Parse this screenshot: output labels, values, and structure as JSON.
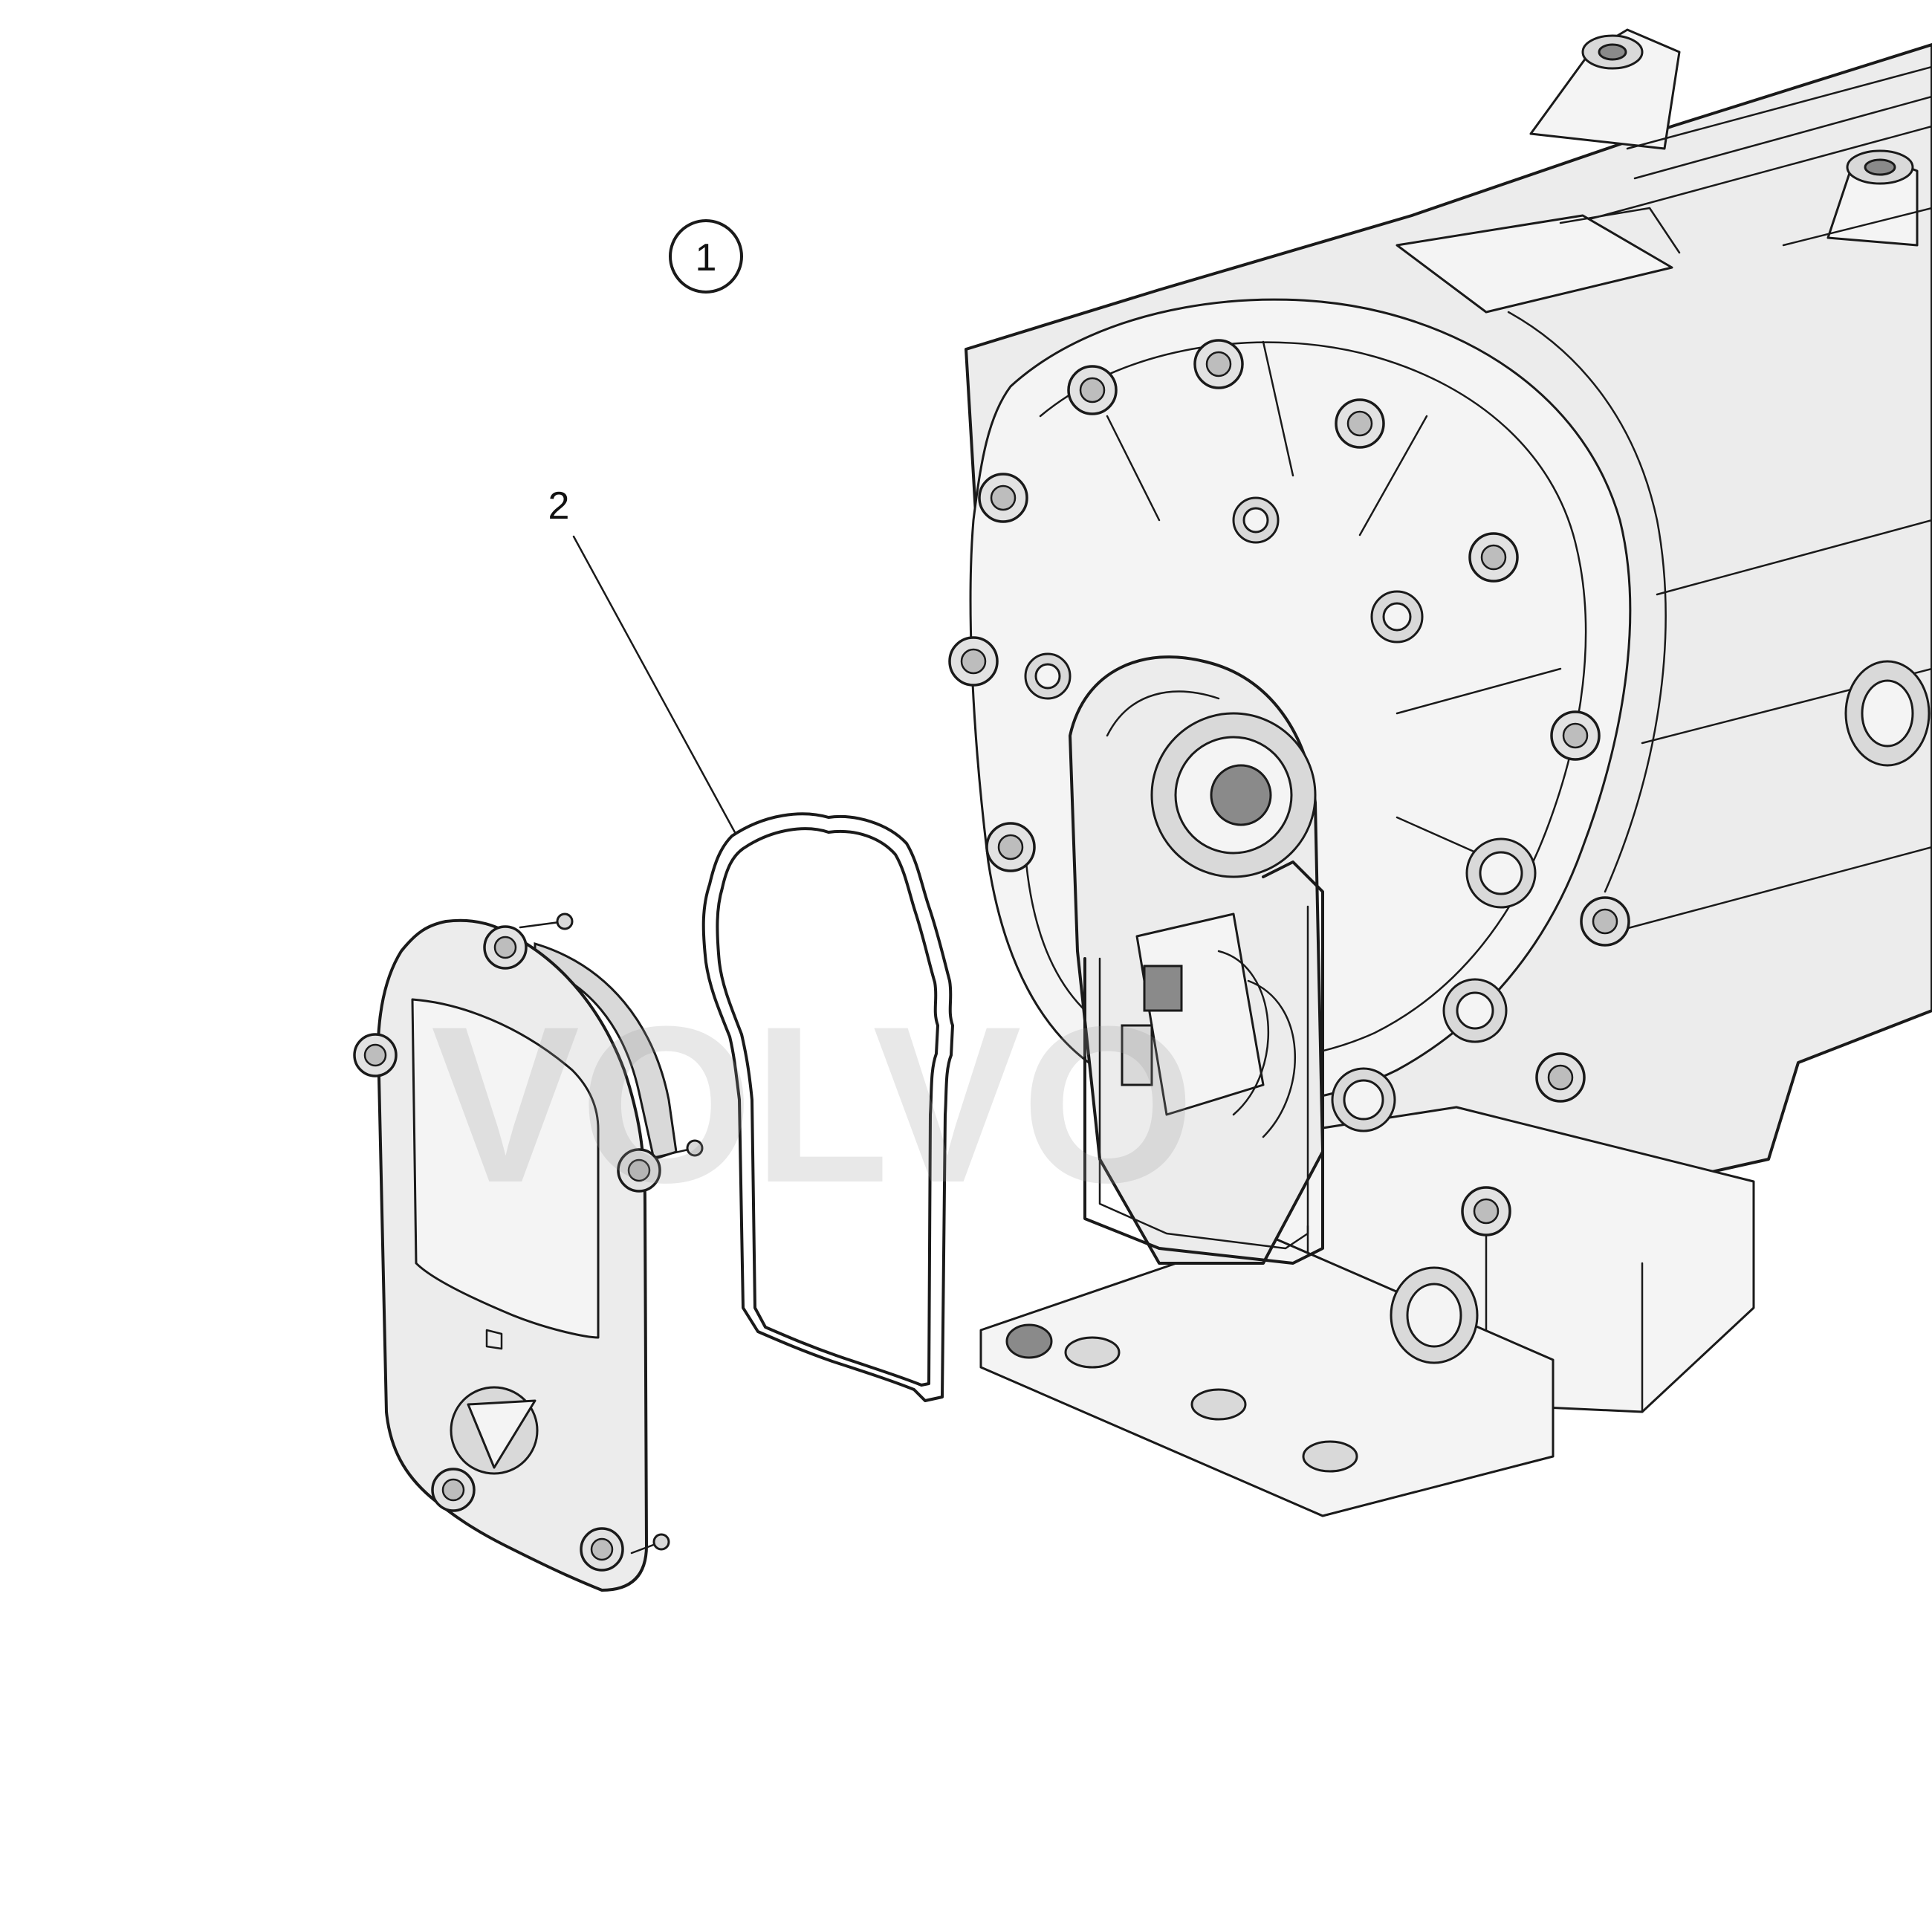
{
  "callouts": [
    {
      "id": "1",
      "label": "1",
      "style": "circled"
    },
    {
      "id": "2",
      "label": "2",
      "style": "leader"
    }
  ],
  "watermark": {
    "lines": [
      "VOLVO"
    ]
  },
  "colors": {
    "line": "#1a1a1a",
    "housing": "#ececec",
    "shade": "#d9d9d9",
    "background": "#ffffff"
  }
}
